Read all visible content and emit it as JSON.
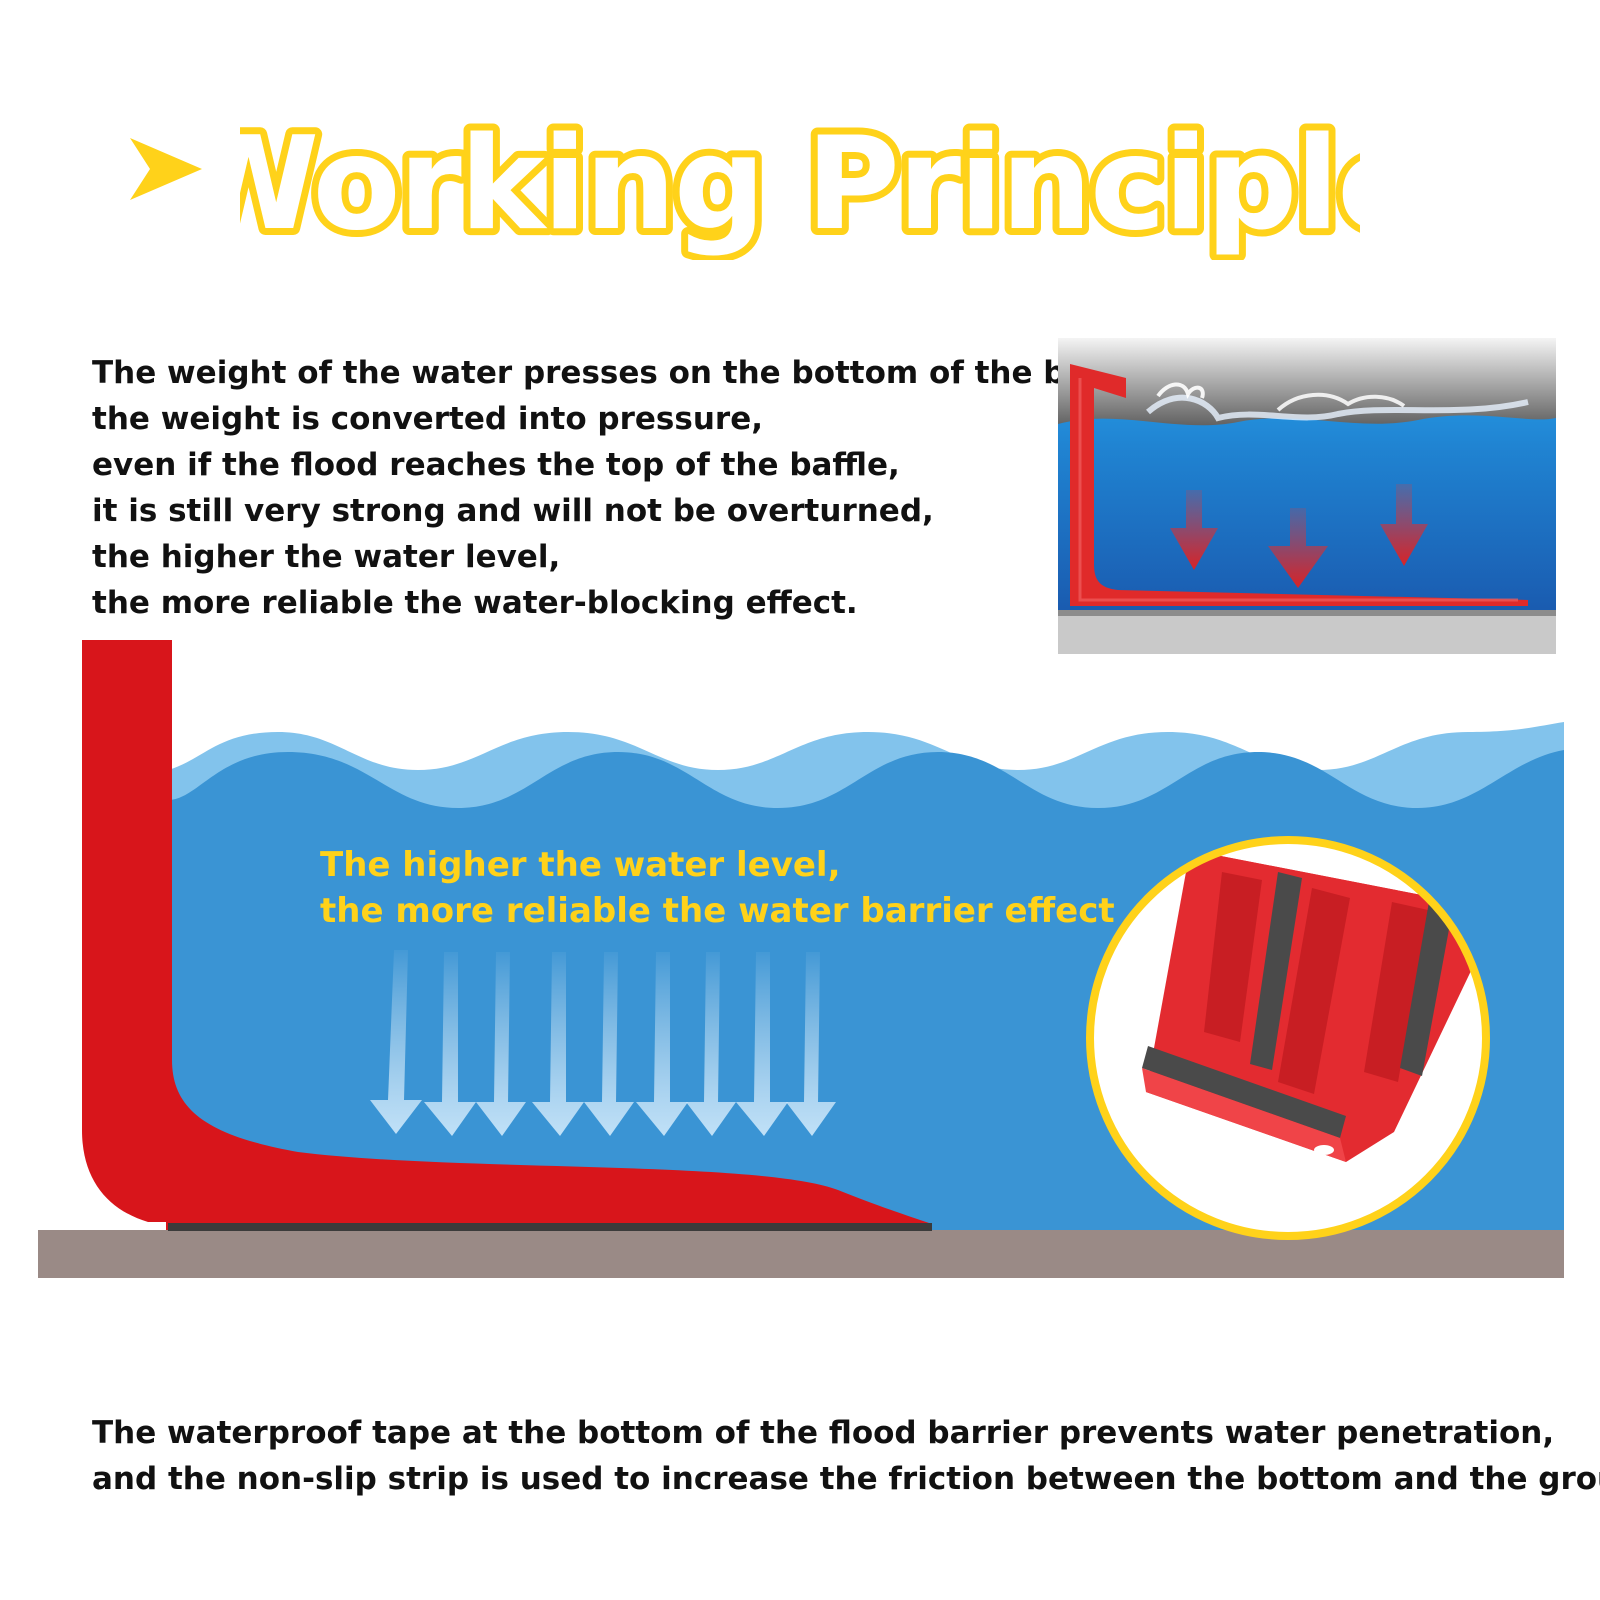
{
  "header": {
    "title": "Working Principle",
    "title_fill": "#ffffff",
    "title_stroke": "#ffd21a",
    "pointer_icon": "yellow-arrowhead-icon"
  },
  "intro": {
    "lines": [
      "The weight of the water presses on the bottom of the baffle,",
      "the weight is converted into pressure,",
      "even if the flood reaches the top of the baffle,",
      "it is still very strong and will not be overturned,",
      "the higher the water level,",
      "the more reliable the water-blocking effect."
    ]
  },
  "callout": {
    "lines": [
      "The higher the water level,",
      "the more reliable the water barrier effect"
    ],
    "color": "#ffd21a"
  },
  "footer": {
    "lines": [
      "The waterproof tape at the bottom of the flood barrier prevents water penetration,",
      "and the non-slip strip is used to increase the friction between the bottom and the ground."
    ]
  },
  "colors": {
    "barrier_red": "#d8151b",
    "water_blue": "#3a94d4",
    "wave_light": "#82c3ec",
    "ground": "#9a8a86",
    "accent_yellow": "#ffd21a"
  }
}
